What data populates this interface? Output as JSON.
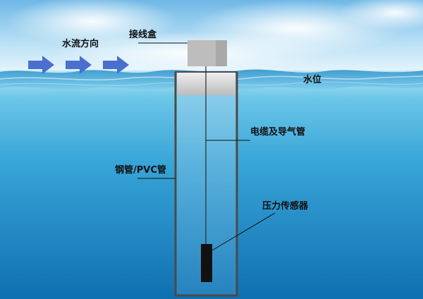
{
  "labels": {
    "flow_direction": "水流方向",
    "junction_box": "接线盒",
    "water_level": "水位",
    "cable_vent_tube": "电缆及导气管",
    "pipe": "钢管/PVC管",
    "pressure_sensor": "压力传感器"
  },
  "icons": {
    "flow_arrow": "right-arrow-icon"
  },
  "colors": {
    "arrow": "#4a6fcf",
    "sky_top": "#7fc2ea",
    "water_deep": "#1577b3",
    "pipe_stroke": "#4a4a4a",
    "sensor": "#111111",
    "junction_box": "#b4b4b4"
  }
}
